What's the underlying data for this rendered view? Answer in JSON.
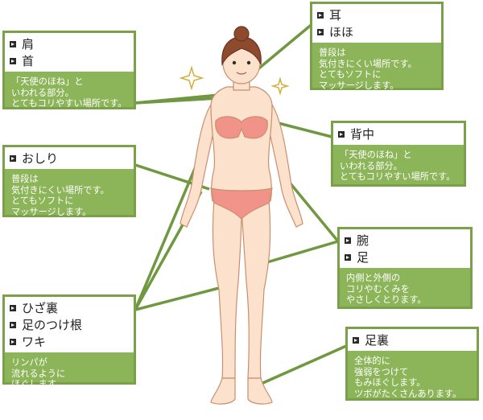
{
  "colors": {
    "accent": "#7aa04a",
    "card_fill": "#8cb458",
    "skin": "#fce2cc",
    "bikini": "#f29389",
    "hair": "#8e4a2c"
  },
  "cards": {
    "shoulder": {
      "items": [
        "肩",
        "首"
      ],
      "text": "「天使のほね」と\nいわれる部分。\nとてもコリやすい場所です。"
    },
    "ear": {
      "items": [
        "耳",
        "ほほ"
      ],
      "text": "普段は\n気付きにくい場所です。\nとてもソフトに\nマッサージします。"
    },
    "back": {
      "items": [
        "背中"
      ],
      "text": "「天使のほね」と\nいわれる部分。\nとてもコリやすい場所です。"
    },
    "hip": {
      "items": [
        "おしり"
      ],
      "text": "普段は\n気付きにくい場所です。\nとてもソフトに\nマッサージします。"
    },
    "arm": {
      "items": [
        "腕",
        "足"
      ],
      "text": "内側と外側の\nコリやむくみを\nやさしくとります。"
    },
    "knee": {
      "items": [
        "ひざ裏",
        "足のつけ根",
        "ワキ"
      ],
      "text": "リンパが\n流れるように\nほぐします。"
    },
    "sole": {
      "items": [
        "足裏"
      ],
      "text": "全体的に\n強弱をつけて\nもみほぐします。\nツボがたくさんあります。"
    }
  }
}
